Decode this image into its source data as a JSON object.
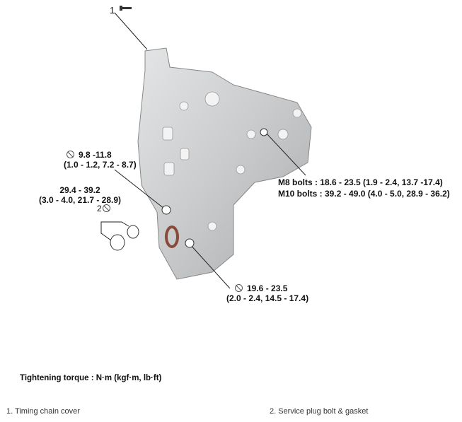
{
  "callouts": {
    "part1_number": "1",
    "part2_number": "2",
    "bolt_small": {
      "value": "9.8 -11.8",
      "sub": "(1.0 - 1.2, 7.2 - 8.7)"
    },
    "service_plug": {
      "value": "29.4 - 39.2",
      "sub": "(3.0 - 4.0, 21.7 - 28.9)"
    },
    "bolt_lower": {
      "value": "19.6 - 23.5",
      "sub": "(2.0 - 2.4, 14.5 - 17.4)"
    },
    "m8": "M8 bolts : 18.6 - 23.5 (1.9 - 2.4, 13.7 -17.4)",
    "m10": "M10 bolts : 39.2 - 49.0 (4.0 - 5.0, 28.9 - 36.2)"
  },
  "torque_units": "Tightening torque : N·m (kgf·m, lb·ft)",
  "legend": [
    "1. Timing chain cover",
    "2. Service plug bolt & gasket"
  ],
  "colors": {
    "cover": "#c9cbcc",
    "seal": "#8a4a3a"
  }
}
